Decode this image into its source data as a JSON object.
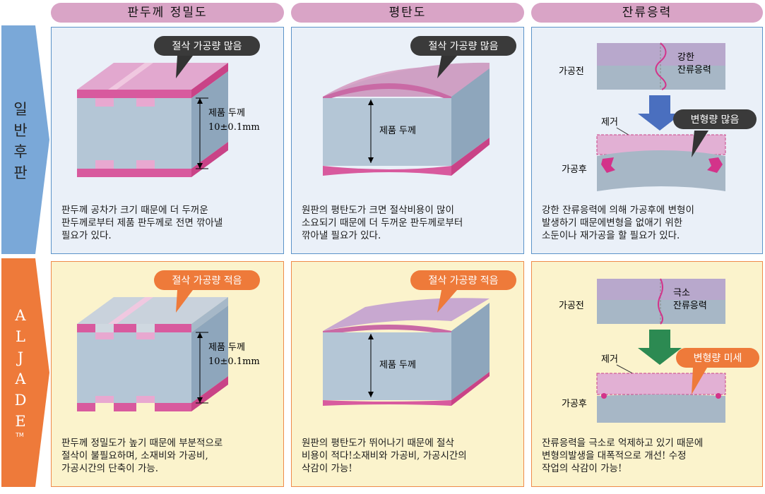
{
  "headers": [
    "판두께 정밀도",
    "평탄도",
    "잔류응력"
  ],
  "rows": [
    {
      "label": "일\n반\n후\n판",
      "color": "#7aa8d8"
    },
    {
      "label": "A\nL\nJ\nA\nD\nE",
      "tm": "TM",
      "color": "#ee7a3a"
    }
  ],
  "top": {
    "thick": {
      "callout": "절삭 가공량 많음",
      "dim1": "제품 두께",
      "dim2": "10±0.1mm",
      "caption": [
        "판두께 공차가 크기 때문에 더 두꺼운",
        "판두께로부터 제품 판두께로 전면 깎아낼",
        "필요가 있다."
      ]
    },
    "flat": {
      "callout": "절삭 가공량 많음",
      "dim": "제품 두께",
      "caption": [
        "원판의 평탄도가 크면 절삭비용이 많이",
        "소요되기 때문에 더 두꺼운 판두께로부터",
        "깎아낼 필요가 있다."
      ]
    },
    "resid": {
      "before": "가공전",
      "stress1": "강한",
      "stress2": "잔류응력",
      "remove": "제거",
      "after": "가공후",
      "callout": "변형량 많음",
      "caption": [
        "강한 잔류응력에 의해 가공후에 변형이",
        "발생하기 때문에변형을 없애기 위한",
        "소둔이나 재가공을 할 필요가 있다."
      ]
    }
  },
  "bot": {
    "thick": {
      "callout": "절삭 가공량 적음",
      "dim1": "제품 두께",
      "dim2": "10±0.1mm",
      "caption": [
        "판두께 정밀도가 높기 때문에 부분적으로",
        "절삭이 불필요하며, 소재비와 가공비,",
        "가공시간의 단축이 가능."
      ]
    },
    "flat": {
      "callout": "절삭 가공량 적음",
      "dim": "제품 두께",
      "caption": [
        "원판의 평탄도가 뛰어나기 때문에 절삭",
        "비용이 적다!소재비와 가공비, 가공시간의",
        "삭감이 가능!"
      ]
    },
    "resid": {
      "before": "가공전",
      "stress1": "극소",
      "stress2": "잔류응력",
      "remove": "제거",
      "after": "가공후",
      "callout": "변형량 미세",
      "caption": [
        "잔류응력을 극소로 억제하고 있기 때문에",
        "변형의발생을 대폭적으로 개선! 수정",
        "작업의 삭감이 가능!"
      ]
    }
  }
}
